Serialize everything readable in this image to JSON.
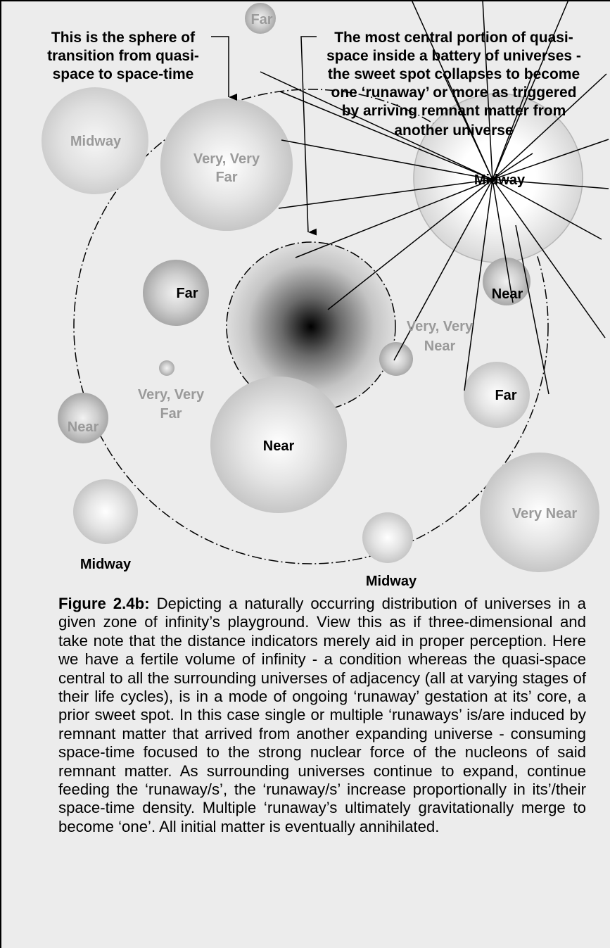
{
  "annotations": {
    "sphere_of_transition": [
      "This is the sphere of",
      "transition from quasi-",
      "space to space-time"
    ],
    "central_portion": [
      "The most central portion of quasi-",
      "space inside a battery of universes -",
      "the sweet spot collapses to become",
      "one ‘runaway’ or more as triggered",
      "by arriving remnant matter from",
      "another universe"
    ]
  },
  "universes": [
    {
      "label": "Far",
      "color": "#9a9a9a"
    },
    {
      "label": "Midway",
      "color": "#9a9a9a"
    },
    {
      "label": "Very, Very Far",
      "color": "#9a9a9a"
    },
    {
      "label": "Midway",
      "color": "#000000"
    },
    {
      "label": "Far",
      "color": "#000000"
    },
    {
      "label": "Near",
      "color": "#000000"
    },
    {
      "label": "Very, Very Near",
      "color": "#9a9a9a"
    },
    {
      "label": "Very, Very Far",
      "color": "#9a9a9a"
    },
    {
      "label": "Far",
      "color": "#000000"
    },
    {
      "label": "Near",
      "color": "#9a9a9a"
    },
    {
      "label": "Near",
      "color": "#000000"
    },
    {
      "label": "Very Near",
      "color": "#9a9a9a"
    },
    {
      "label": "Midway",
      "color": "#000000"
    },
    {
      "label": "Midway",
      "color": "#000000"
    }
  ],
  "caption": {
    "figure_label": "Figure 2.4b:",
    "text": " Depicting a naturally occurring distribution of universes in a given zone of infinity’s playground. View this as if three-dimensional and take note that the distance indicators merely aid in proper perception. Here we have a fertile volume of infinity - a condition whereas the quasi-space central to all the surrounding universes of adjacency (all at varying stages of their life cycles), is in a mode of ongoing ‘runaway’ gestation at its’ core, a prior sweet spot. In this case single or multiple ‘runaways’ is/are induced by remnant matter that arrived from another expanding universe - consuming space-time focused to the strong nuclear force of the nucleons of said remnant matter. As surrounding universes continue to expand, continue feeding the ‘runaway/s’, the ‘runaway/s’ increase proportionally in its’/their space-time density. Multiple ‘runaway’s ultimately gravitationally merge to become ‘one’. All initial matter is eventually annihilated."
  }
}
